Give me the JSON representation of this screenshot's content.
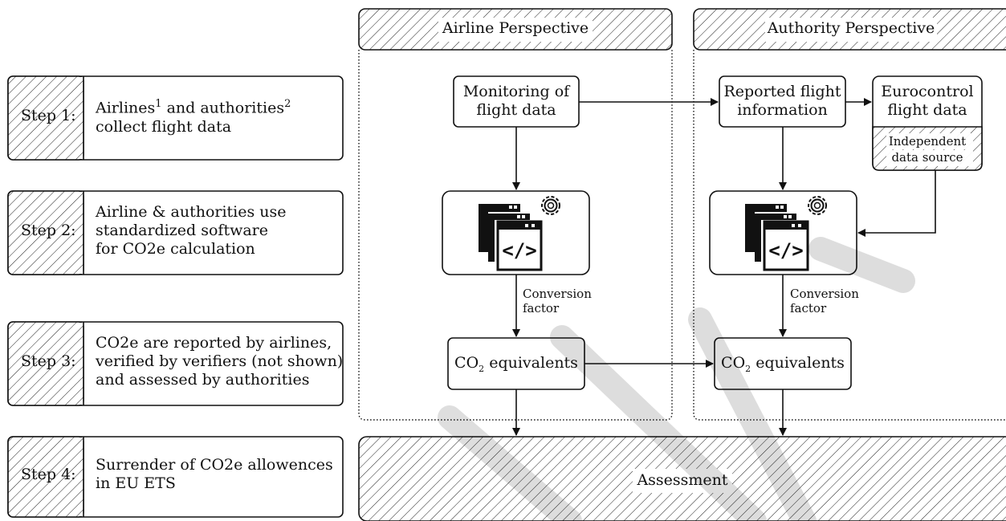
{
  "steps": [
    {
      "label": "Step 1:",
      "text_main": "Airlines",
      "sup1": "1",
      "text_mid": " and authorities",
      "sup2": "2",
      "line2": "collect flight data"
    },
    {
      "label": "Step 2:",
      "line1": "Airline & authorities use",
      "line2": "standardized software",
      "line3": "for CO2e calculation"
    },
    {
      "label": "Step 3:",
      "line1": "CO2e are reported by airlines,",
      "line2": "verified by verifiers (not shown)",
      "line3": "and assessed by authorities"
    },
    {
      "label": "Step 4:",
      "line1": "Surrender of CO2e allowences",
      "line2": "in EU ETS"
    }
  ],
  "airline": {
    "header": "Airline Perspective",
    "monitoring_line1": "Monitoring of",
    "monitoring_line2": "flight data",
    "conversion_line1": "Conversion",
    "conversion_line2": "factor",
    "co2_prefix": "CO",
    "co2_sub": "2",
    "co2_suffix": " equivalents"
  },
  "authority": {
    "header": "Authority Perspective",
    "reported_line1": "Reported flight",
    "reported_line2": "information",
    "eurocontrol_line1": "Eurocontrol",
    "eurocontrol_line2": "flight data",
    "independent_line1": "Independent",
    "independent_line2": "data source",
    "conversion_line1": "Conversion",
    "conversion_line2": "factor",
    "co2_prefix": "CO",
    "co2_sub": "2",
    "co2_suffix": " equivalents"
  },
  "assessment": "Assessment",
  "watermark_icon": "draft-watermark",
  "software_icon": "software-code-gear-icon"
}
